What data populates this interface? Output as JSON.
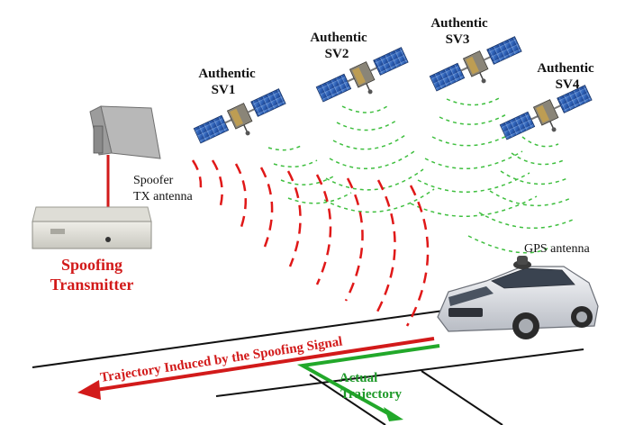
{
  "satellites": [
    {
      "line1": "Authentic",
      "line2": "SV1"
    },
    {
      "line1": "Authentic",
      "line2": "SV2"
    },
    {
      "line1": "Authentic",
      "line2": "SV3"
    },
    {
      "line1": "Authentic",
      "line2": "SV4"
    }
  ],
  "spoofer_antenna": {
    "line1": "Spoofer",
    "line2": "TX antenna"
  },
  "spoofing_transmitter": {
    "line1": "Spoofing",
    "line2": "Transmitter"
  },
  "gps_antenna_label": "GPS antenna",
  "trajectory_spoofed": "Trajectory Induced by the Spoofing Signal",
  "trajectory_actual": {
    "line1": "Actual",
    "line2": "Trajectory"
  },
  "colors": {
    "spoof_red": "#d21a1a",
    "authentic_green": "#3fbf3f",
    "actual_green": "#1f9a2a"
  },
  "icons": [
    "satellite-icon",
    "antenna-icon",
    "transmitter-box-icon",
    "car-icon"
  ]
}
